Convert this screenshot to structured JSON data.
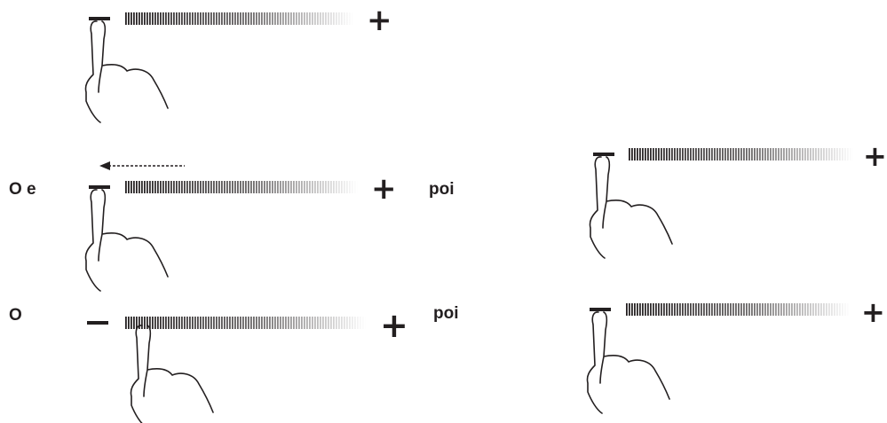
{
  "colors": {
    "ink": "#231f20",
    "background": "#ffffff"
  },
  "labels": {
    "row2_left": "O e",
    "row2_right": "poi",
    "row3_left": "O",
    "row3_right": "poi"
  },
  "controls": [
    {
      "id": "ctrl-1",
      "minus": "−",
      "plus": "+"
    },
    {
      "id": "ctrl-2",
      "minus": "−",
      "plus": "+",
      "arrow": "left"
    },
    {
      "id": "ctrl-3",
      "minus": "−",
      "plus": "+"
    },
    {
      "id": "ctrl-4",
      "minus": "−",
      "plus": "+"
    },
    {
      "id": "ctrl-5",
      "minus": "−",
      "plus": "+"
    }
  ],
  "icons": {
    "hand": "pointing-hand-icon",
    "arrow": "left-arrow-icon"
  }
}
